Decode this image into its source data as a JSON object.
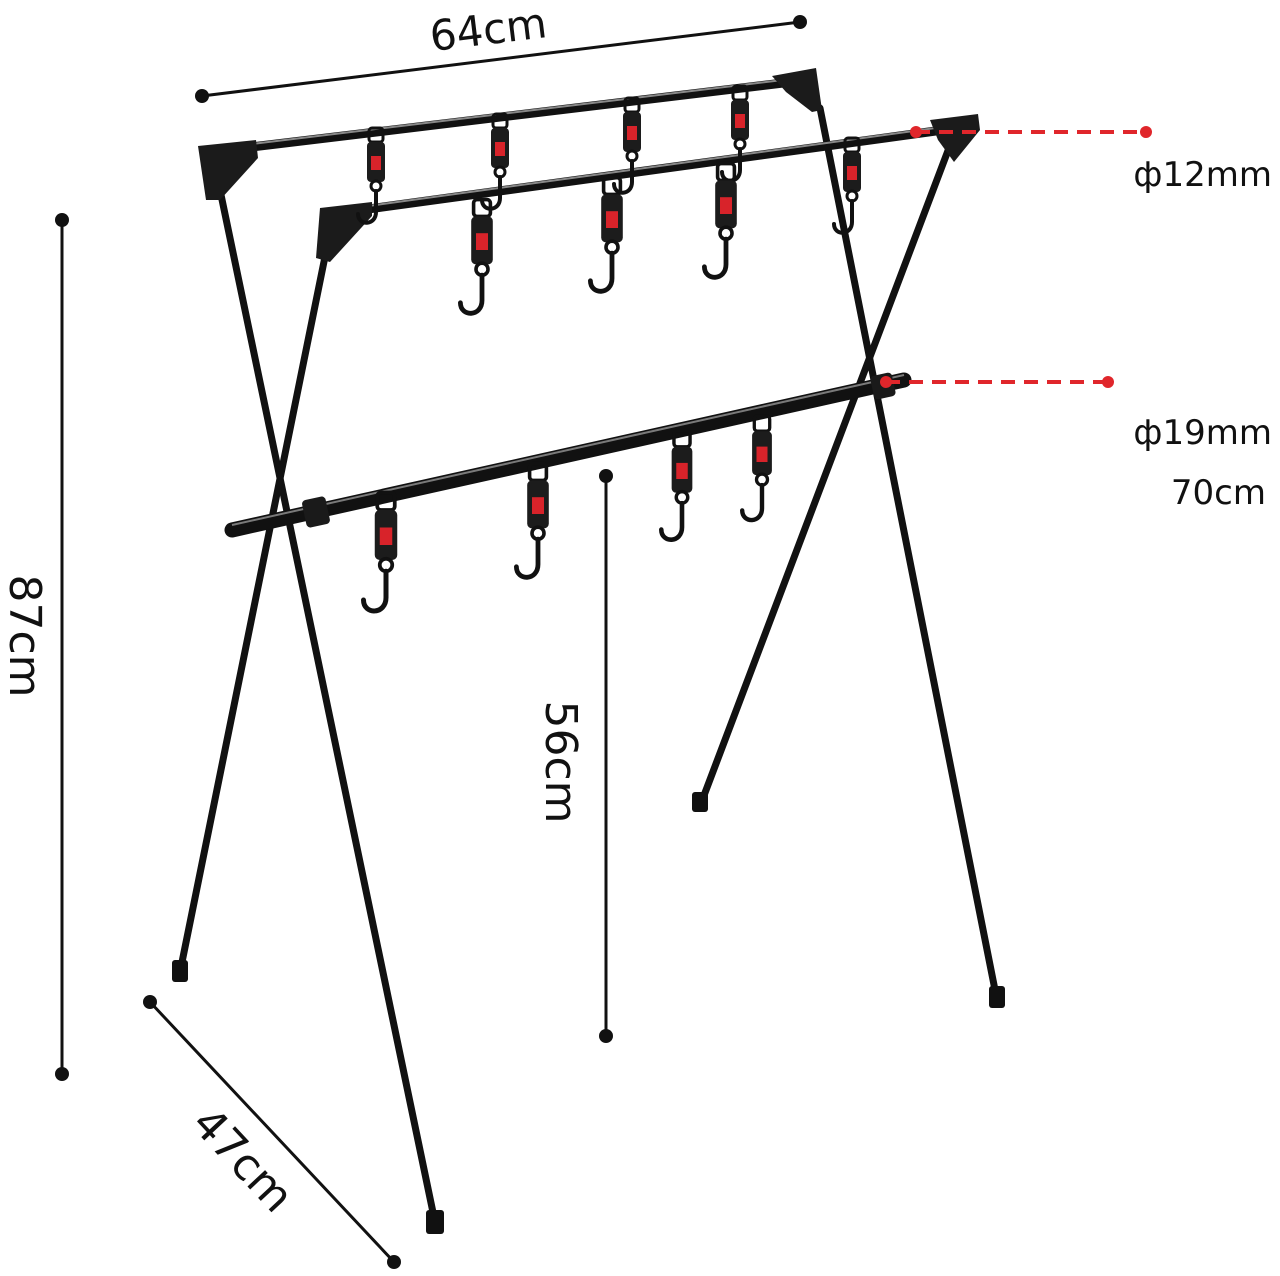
{
  "dimensions": {
    "top_width": "64cm",
    "height": "87cm",
    "depth": "47cm",
    "lower_bar_height": "56cm",
    "upper_bar_diameter": "ф12mm",
    "lower_bar_diameter": "ф19mm",
    "lower_bar_length": "70cm"
  },
  "colors": {
    "frame": "#111111",
    "callout": "#e0262b",
    "strap_accent": "#d8232a",
    "background": "#ffffff"
  }
}
